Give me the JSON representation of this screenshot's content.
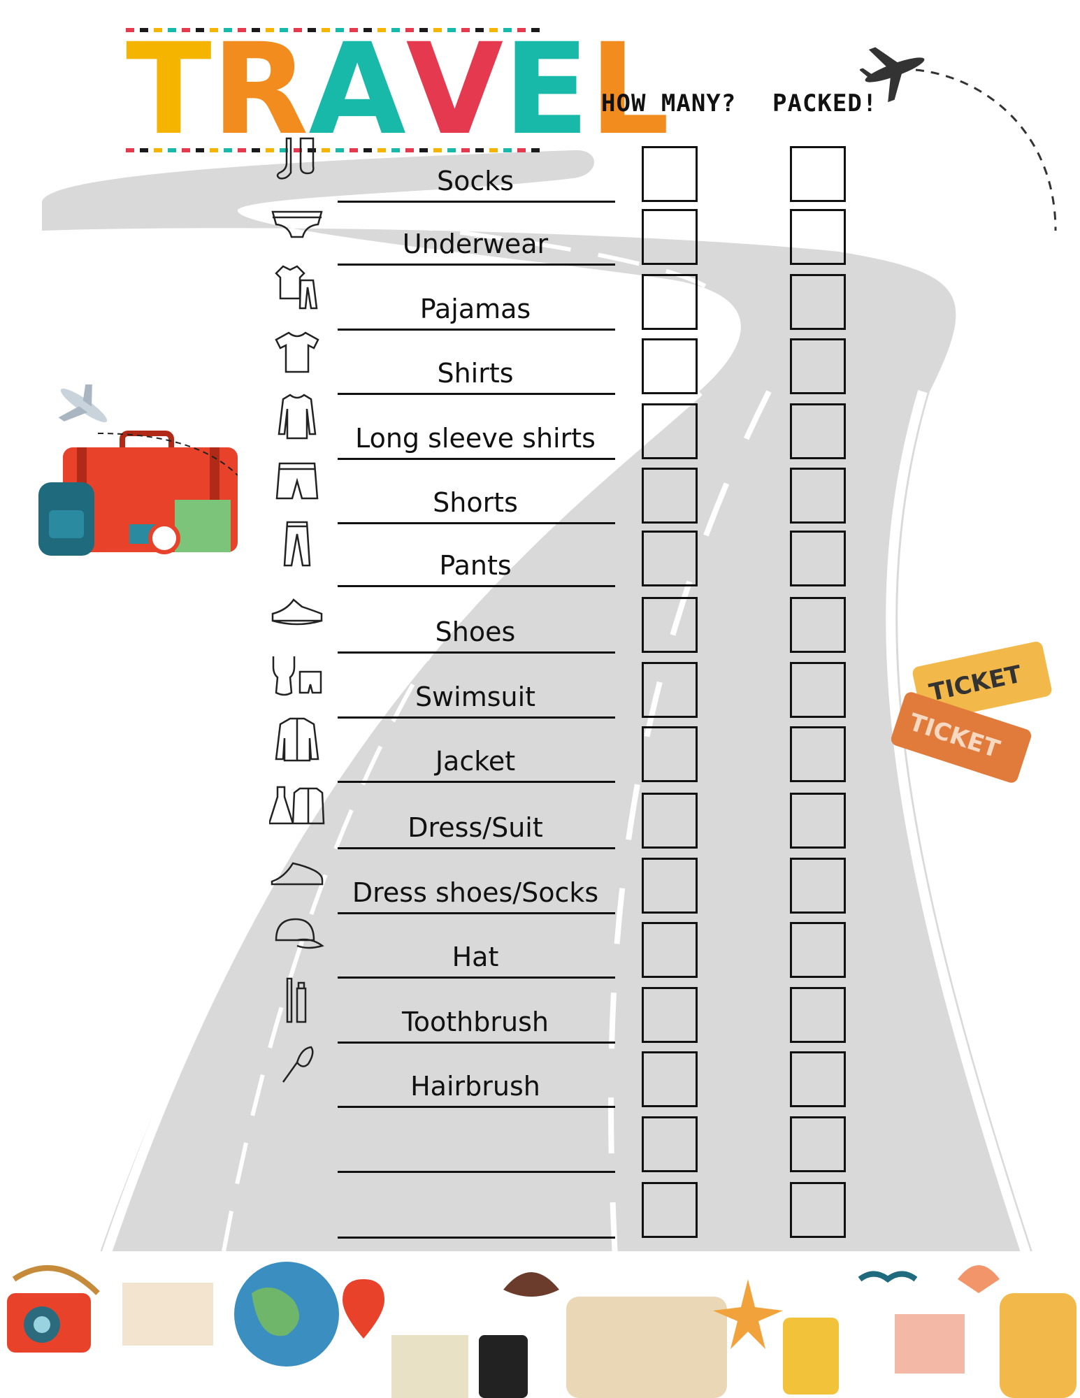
{
  "title": {
    "letters": [
      "T",
      "R",
      "A",
      "V",
      "E",
      "L"
    ]
  },
  "columns": {
    "how_many": "HOW MANY?",
    "packed": "PACKED!"
  },
  "items": [
    {
      "label": "Socks",
      "icon": "socks-icon"
    },
    {
      "label": "Underwear",
      "icon": "underwear-icon"
    },
    {
      "label": "Pajamas",
      "icon": "pajamas-icon"
    },
    {
      "label": "Shirts",
      "icon": "tshirt-icon"
    },
    {
      "label": "Long sleeve shirts",
      "icon": "long-sleeve-shirt-icon"
    },
    {
      "label": "Shorts",
      "icon": "shorts-icon"
    },
    {
      "label": "Pants",
      "icon": "pants-icon"
    },
    {
      "label": "Shoes",
      "icon": "sneakers-icon"
    },
    {
      "label": "Swimsuit",
      "icon": "swimsuit-icon"
    },
    {
      "label": "Jacket",
      "icon": "jacket-icon"
    },
    {
      "label": "Dress/Suit",
      "icon": "dress-suit-icon"
    },
    {
      "label": "Dress shoes/Socks",
      "icon": "dress-shoe-icon"
    },
    {
      "label": "Hat",
      "icon": "cap-icon"
    },
    {
      "label": "Toothbrush",
      "icon": "toothbrush-icon"
    },
    {
      "label": "Hairbrush",
      "icon": "hairbrush-icon"
    },
    {
      "label": "",
      "icon": ""
    },
    {
      "label": "",
      "icon": ""
    }
  ],
  "tickets": {
    "text": "TICKET"
  },
  "colors": {
    "road": "#d8d8d8",
    "road_edge": "#ffffff",
    "title_yellow": "#f4b400",
    "title_orange": "#f28c1e",
    "title_teal": "#18b9a8",
    "title_red": "#e53950",
    "ink": "#111111",
    "suitcase": "#e8432a",
    "ticket_yellow": "#f2b94a",
    "ticket_orange": "#e07b3c"
  }
}
